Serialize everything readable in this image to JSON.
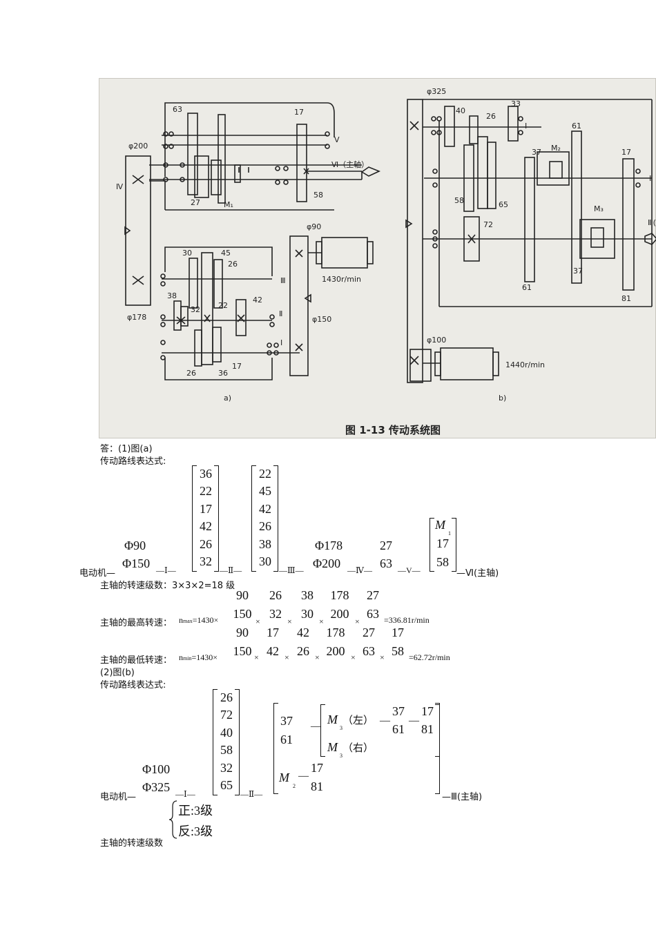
{
  "figure": {
    "caption": "图 1-13 传动系统图",
    "sub_a": "a)",
    "sub_b": "b)",
    "a": {
      "labels": {
        "d200": "φ200",
        "d178": "φ178",
        "d90": "φ90",
        "d150": "φ150",
        "g63": "63",
        "g17": "17",
        "g27": "27",
        "g58": "58",
        "m1": "M₁",
        "shaft_iv": "Ⅳ",
        "shaft_v": "V",
        "shaft_vi": "Ⅵ（主轴）",
        "g30": "30",
        "g45": "45",
        "g26a": "26",
        "g38": "38",
        "g32": "32",
        "g22": "22",
        "g42": "42",
        "g26b": "26",
        "g36": "36",
        "g17b": "17",
        "shaft_iii": "Ⅲ",
        "shaft_ii": "Ⅱ",
        "shaft_i": "Ⅰ",
        "motor_speed": "1430r/min"
      }
    },
    "b": {
      "labels": {
        "d325": "φ325",
        "d100": "φ100",
        "g40": "40",
        "g26": "26",
        "g33": "33",
        "shaft_i": "Ⅰ",
        "g61a": "61",
        "g37a": "37",
        "m2": "M₂",
        "g17": "17",
        "shaft_ii": "Ⅱ",
        "g58": "58",
        "g65": "65",
        "g72": "72",
        "m3": "M₃",
        "shaft_iii": "Ⅲ(",
        "g61b": "61",
        "g37b": "37",
        "g81": "81",
        "motor_speed": "1440r/min"
      }
    }
  },
  "answer": {
    "a_heading": "答：(1)图(a)",
    "route_label": "传动路线表达式:",
    "route_a": {
      "start": "电动机—",
      "belt_top": "Φ90",
      "belt_bottom": "Φ150",
      "shaft_i": "—Ⅰ—",
      "group1": [
        "36",
        "22",
        "17",
        "42",
        "26",
        "32"
      ],
      "shaft_ii": "—Ⅱ—",
      "group2": [
        "22",
        "45",
        "42",
        "26",
        "38",
        "30"
      ],
      "shaft_iii": "—Ⅲ—",
      "belt2_top": "Φ178",
      "belt2_bottom": "Φ200",
      "shaft_iv": "—Ⅳ—",
      "pair_top": "27",
      "pair_bottom": "63",
      "shaft_v": "—V—",
      "group3_m": "M",
      "group3_m_sub": "1",
      "group3": [
        "17",
        "58"
      ],
      "end": "—Ⅵ(主轴)"
    },
    "speeds_line": "主轴的转速级数：3×3×2=18 级",
    "max": {
      "label": "主轴的最高转速：",
      "n": "n",
      "sub": "max",
      "eq": "=1430×",
      "nums": [
        "90",
        "26",
        "38",
        "178",
        "27"
      ],
      "dens": [
        "150",
        "32",
        "30",
        "200",
        "63"
      ],
      "times": "×",
      "result": "=336.81r/min"
    },
    "min": {
      "label": "主轴的最低转速：",
      "n": "n",
      "sub": "min",
      "eq": "=1430×",
      "nums": [
        "90",
        "17",
        "42",
        "178",
        "27",
        "17"
      ],
      "dens": [
        "150",
        "42",
        "26",
        "200",
        "63",
        "58"
      ],
      "times": "×",
      "result": "=62.72r/min"
    },
    "b_heading": "(2)图(b)",
    "route_label_b": "传动路线表达式:",
    "route_b": {
      "start": "电动机—",
      "belt_top": "Φ100",
      "belt_bottom": "Φ325",
      "shaft_i": "—Ⅰ—",
      "group1": [
        "26",
        "72",
        "40",
        "58",
        "32",
        "65"
      ],
      "shaft_ii": "—Ⅱ—",
      "f1_top": "37",
      "f1_bottom": "61",
      "dash": "—",
      "m3": "M",
      "m3_sub": "3",
      "left": "（左）",
      "right": "（右）",
      "f2_top": "37",
      "f2_bottom": "61",
      "f3_top": "17",
      "f3_bottom": "81",
      "m2": "M",
      "m2_sub": "2",
      "f4_top": "17",
      "f4_bottom": "81",
      "end": "—Ⅲ(主轴)"
    },
    "fwd": "正:3级",
    "rev": "反:3级",
    "speeds_b": "主轴的转速级数"
  }
}
